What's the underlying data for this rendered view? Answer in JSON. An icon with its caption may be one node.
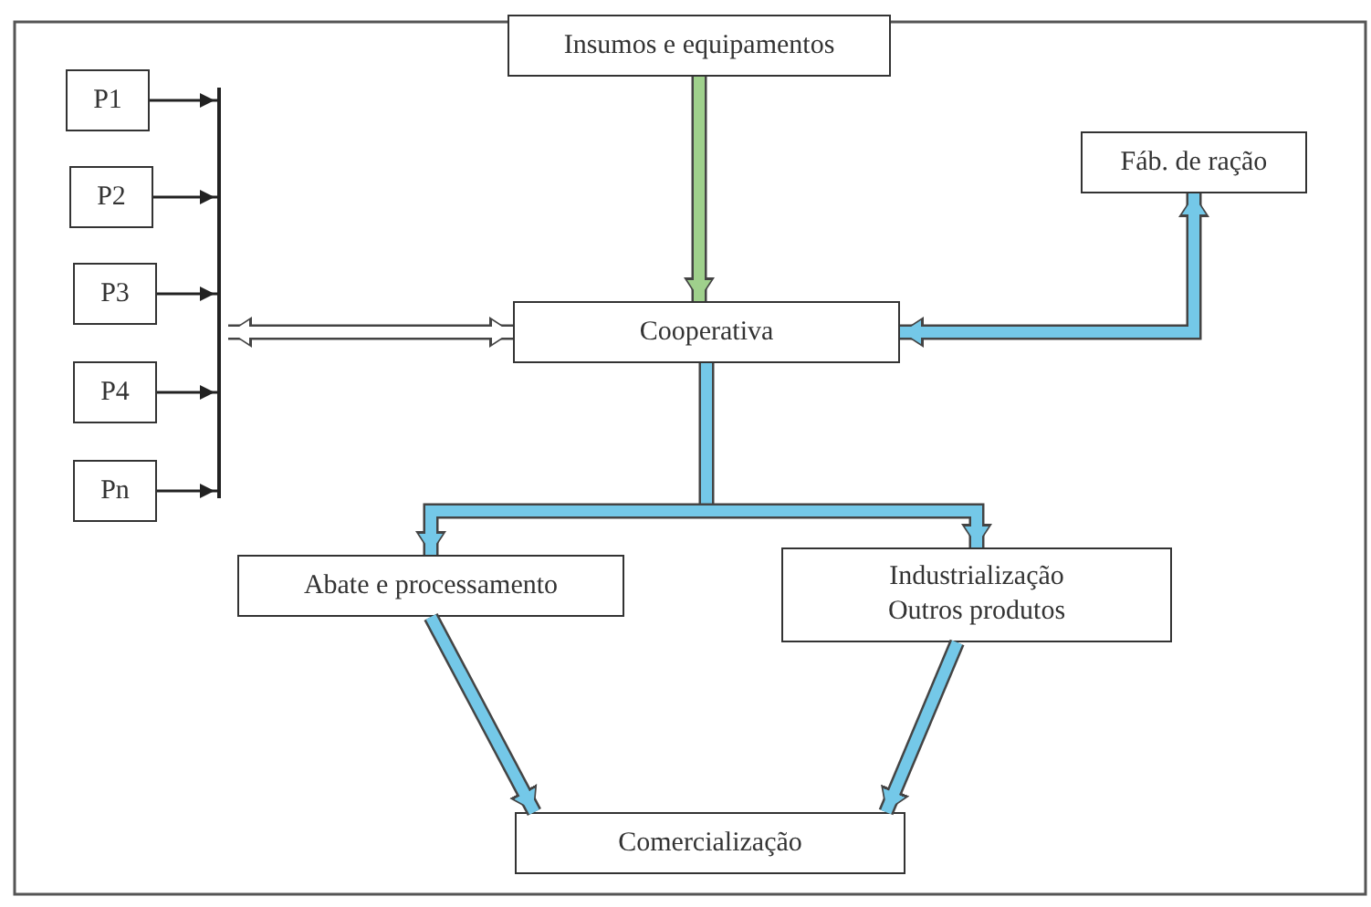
{
  "diagram": {
    "nodes": [
      {
        "text": [
          "P1"
        ]
      },
      {
        "text": [
          "P2"
        ]
      },
      {
        "text": [
          "P3"
        ]
      },
      {
        "text": [
          "P4"
        ]
      },
      {
        "text": [
          "Pn"
        ]
      },
      {
        "text": [],
        "shape": "bar"
      },
      {
        "text": [
          "Insumos e equipamentos"
        ]
      },
      {
        "text": [
          "Fáb. de ração"
        ]
      },
      {
        "text": [
          "Cooperativa"
        ]
      },
      {
        "text": [
          "Abate e processamento"
        ]
      },
      {
        "text": [
          "Industrialização",
          "Outros produtos"
        ]
      },
      {
        "text": [
          "Comercialização"
        ]
      }
    ],
    "edges": [
      {
        "from": 0,
        "to": 5,
        "arrow": "to",
        "color": "#222222"
      },
      {
        "from": 1,
        "to": 5,
        "arrow": "to",
        "color": "#222222"
      },
      {
        "from": 2,
        "to": 5,
        "arrow": "to",
        "color": "#222222"
      },
      {
        "from": 3,
        "to": 5,
        "arrow": "to",
        "color": "#222222"
      },
      {
        "from": 4,
        "to": 5,
        "arrow": "to",
        "color": "#222222"
      },
      {
        "from": 5,
        "to": 8,
        "arrow": "both",
        "color": "#ffffff"
      },
      {
        "from": 6,
        "to": 8,
        "arrow": "to",
        "color": "#9fd08c"
      },
      {
        "from": 8,
        "to": 7,
        "arrow": "both",
        "color": "#74c8e8"
      },
      {
        "from": 8,
        "to": 9,
        "arrow": "to",
        "color": "#74c8e8"
      },
      {
        "from": 8,
        "to": 10,
        "arrow": "to",
        "color": "#74c8e8"
      },
      {
        "from": 9,
        "to": 11,
        "arrow": "to",
        "color": "#74c8e8"
      },
      {
        "from": 10,
        "to": 11,
        "arrow": "to",
        "color": "#74c8e8"
      }
    ]
  }
}
